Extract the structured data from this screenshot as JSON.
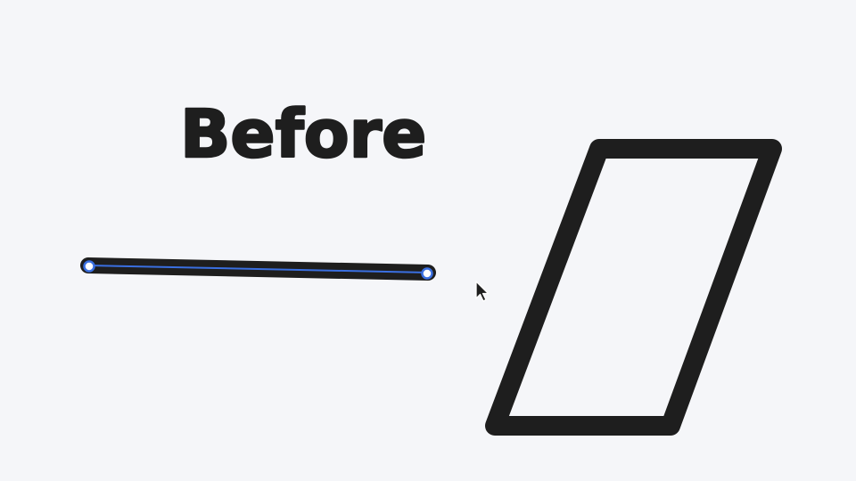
{
  "canvas": {
    "background": "#f5f6f9",
    "stroke_color": "#1e1e1e",
    "selection_color": "#3a6fe0"
  },
  "elements": {
    "text_label": "Before",
    "line_shape": {
      "type": "line",
      "selected": true
    },
    "parallelogram_shape": {
      "type": "parallelogram",
      "selected": false
    }
  },
  "cursor": {
    "icon": "arrow-cursor-icon"
  }
}
